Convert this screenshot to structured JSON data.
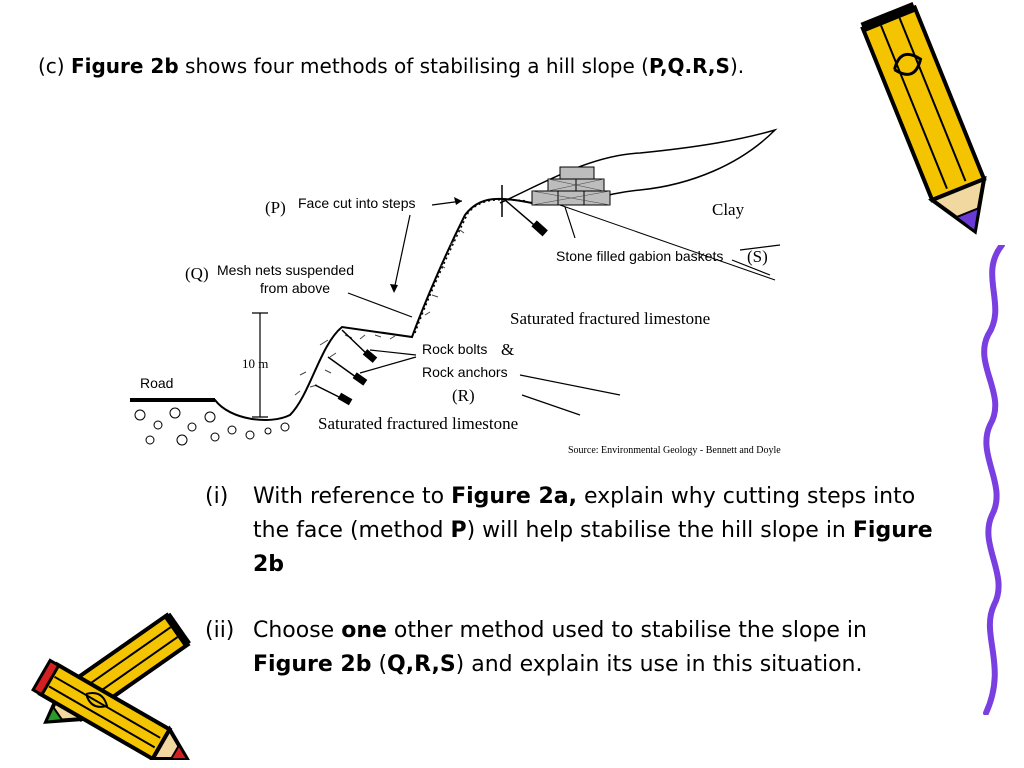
{
  "heading": {
    "prefix": "(c)",
    "figure_ref": "Figure 2b",
    "text": "shows four methods of stabilising a hill slope (",
    "methods": "P,Q.R,S",
    "suffix": ")."
  },
  "figure": {
    "labels": {
      "p_tag": "(P)",
      "p_text": "Face cut into steps",
      "clay": "Clay",
      "q_tag": "(Q)",
      "q_text_line1": "Mesh nets suspended",
      "q_text_line2": "from above",
      "gabion": "Stone filled gabion baskets",
      "s_tag": "(S)",
      "limestone_upper": "Saturated fractured limestone",
      "height": "10 m",
      "rock_bolts": "Rock bolts",
      "amp": "&",
      "rock_anchors": "Rock anchors",
      "r_tag": "(R)",
      "road": "Road",
      "limestone_lower": "Saturated fractured limestone",
      "source": "Source: Environmental Geology -  Bennett and Doyle"
    }
  },
  "questions": {
    "q1": {
      "num": "(i)",
      "t1": "With reference to ",
      "b1": "Figure 2a,",
      "t2": "  explain why cutting steps into the face (method ",
      "b2": "P",
      "t3": ") will help stabilise the hill slope in ",
      "b3": "Figure 2b"
    },
    "q2": {
      "num": "(ii)",
      "t1": "Choose ",
      "b1": "one",
      "t2": " other method used to stabilise the slope in ",
      "b2": "Figure 2b",
      "t3": " (",
      "b3": "Q,R,S",
      "t4": ") and explain its use in this situation."
    }
  },
  "colors": {
    "pencil_body": "#f5c400",
    "pencil_outline": "#000000",
    "pencil_tip_purple": "#6a3ad6",
    "pencil_tip_red": "#d42020",
    "pencil_tip_green": "#2a9a2a",
    "squiggle": "#7a3fe0"
  }
}
